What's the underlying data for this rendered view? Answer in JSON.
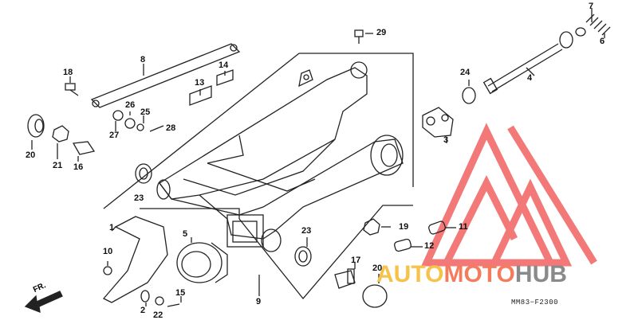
{
  "diagram": {
    "code": "MM83−F2300",
    "front_label": "FR.",
    "watermark": {
      "part1": "AUTO",
      "part2": "MOTO",
      "part3": "HUB"
    },
    "colors": {
      "line": "#222222",
      "watermark_red": "#f26b6b",
      "watermark_yellow": "#f7c24a",
      "watermark_orange": "#f47c5c",
      "watermark_gray": "#8a8a8a"
    },
    "labels": {
      "l1": "1",
      "l2": "2",
      "l3": "3",
      "l4": "4",
      "l5": "5",
      "l6": "6",
      "l7": "7",
      "l8": "8",
      "l9": "9",
      "l10": "10",
      "l11": "11",
      "l12": "12",
      "l13": "13",
      "l14": "14",
      "l15": "15",
      "l16": "16",
      "l17": "17",
      "l18": "18",
      "l19": "19",
      "l20a": "20",
      "l20b": "20",
      "l21": "21",
      "l22": "22",
      "l23a": "23",
      "l23b": "23",
      "l24": "24",
      "l25": "25",
      "l26": "26",
      "l27": "27",
      "l28": "28",
      "l29": "29"
    }
  }
}
